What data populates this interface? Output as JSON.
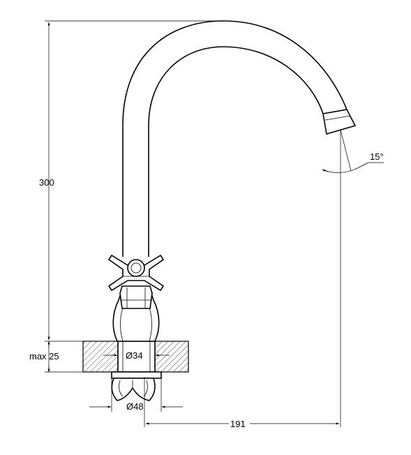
{
  "dimensions": {
    "height_label": "300",
    "max_label": "max 25",
    "inner_diameter_label": "Ø34",
    "outer_diameter_label": "Ø48",
    "reach_label": "191",
    "angle_label": "15°"
  },
  "colors": {
    "line": "#000000",
    "background": "#ffffff"
  }
}
